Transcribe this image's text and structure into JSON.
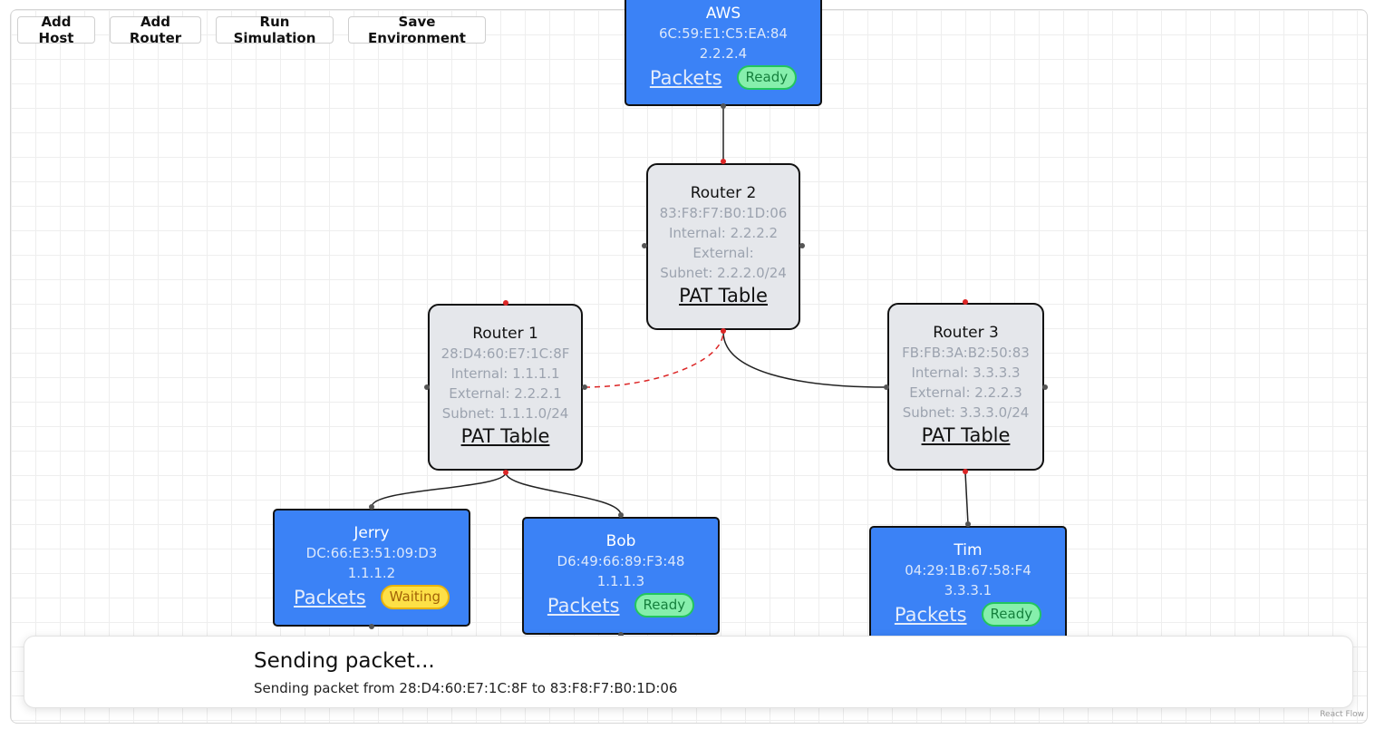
{
  "toolbar": {
    "add_host": "Add Host",
    "add_router": "Add Router",
    "run_simulation": "Run Simulation",
    "save_environment": "Save Environment"
  },
  "colors": {
    "host": "#3b82f6",
    "router": "#e5e7eb",
    "active_edge": "#dc2626",
    "ready": "#86efac",
    "waiting": "#fde047"
  },
  "hosts": {
    "aws": {
      "name": "AWS",
      "mac": "6C:59:E1:C5:EA:84",
      "ip": "2.2.2.4",
      "packets_label": "Packets",
      "status": "Ready"
    },
    "jerry": {
      "name": "Jerry",
      "mac": "DC:66:E3:51:09:D3",
      "ip": "1.1.1.2",
      "packets_label": "Packets",
      "status": "Waiting"
    },
    "bob": {
      "name": "Bob",
      "mac": "D6:49:66:89:F3:48",
      "ip": "1.1.1.3",
      "packets_label": "Packets",
      "status": "Ready"
    },
    "tim": {
      "name": "Tim",
      "mac": "04:29:1B:67:58:F4",
      "ip": "3.3.3.1",
      "packets_label": "Packets",
      "status": "Ready"
    }
  },
  "routers": {
    "r1": {
      "name": "Router 1",
      "mac": "28:D4:60:E7:1C:8F",
      "internal": "Internal: 1.1.1.1",
      "external": "External: 2.2.2.1",
      "subnet": "Subnet: 1.1.1.0/24",
      "table_label": "PAT Table"
    },
    "r2": {
      "name": "Router 2",
      "mac": "83:F8:F7:B0:1D:06",
      "internal": "Internal: 2.2.2.2",
      "external": "External:",
      "subnet": "Subnet: 2.2.2.0/24",
      "table_label": "PAT Table"
    },
    "r3": {
      "name": "Router 3",
      "mac": "FB:FB:3A:B2:50:83",
      "internal": "Internal: 3.3.3.3",
      "external": "External: 2.2.2.3",
      "subnet": "Subnet: 3.3.3.0/24",
      "table_label": "PAT Table"
    }
  },
  "toast": {
    "title": "Sending packet...",
    "message": "Sending packet from 28:D4:60:E7:1C:8F to 83:F8:F7:B0:1D:06"
  },
  "attribution": "React Flow"
}
